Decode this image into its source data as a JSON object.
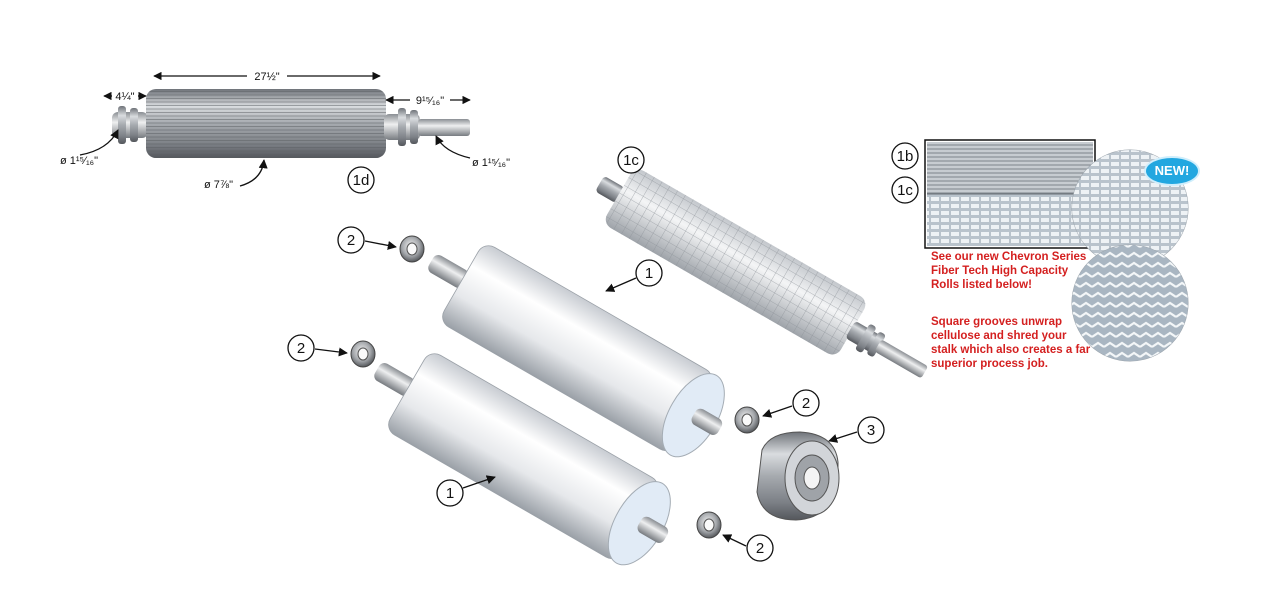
{
  "dimensions": {
    "length": "27½\"",
    "left_shaft": "4¼\"",
    "right_shaft": "9¹⁵⁄₁₆\"",
    "left_diameter": "ø 1¹⁵⁄₁₆\"",
    "right_diameter": "ø 1¹⁵⁄₁₆\"",
    "roll_diameter": "ø 7⅞\""
  },
  "callouts": {
    "roll_1d": "1d",
    "roll_1c": "1c",
    "bearing": "2",
    "roll": "1",
    "hub": "3",
    "detail_1b": "1b",
    "detail_1c": "1c"
  },
  "inset": {
    "badge": "NEW!",
    "note_1": "See our new Chevron Series Fiber Tech High Capacity Rolls listed below!",
    "note_2": "Square grooves unwrap cellulose and shred your stalk which also creates a far superior process job."
  },
  "colors": {
    "accent_red": "#d42020",
    "badge_blue": "#22a7e0"
  }
}
